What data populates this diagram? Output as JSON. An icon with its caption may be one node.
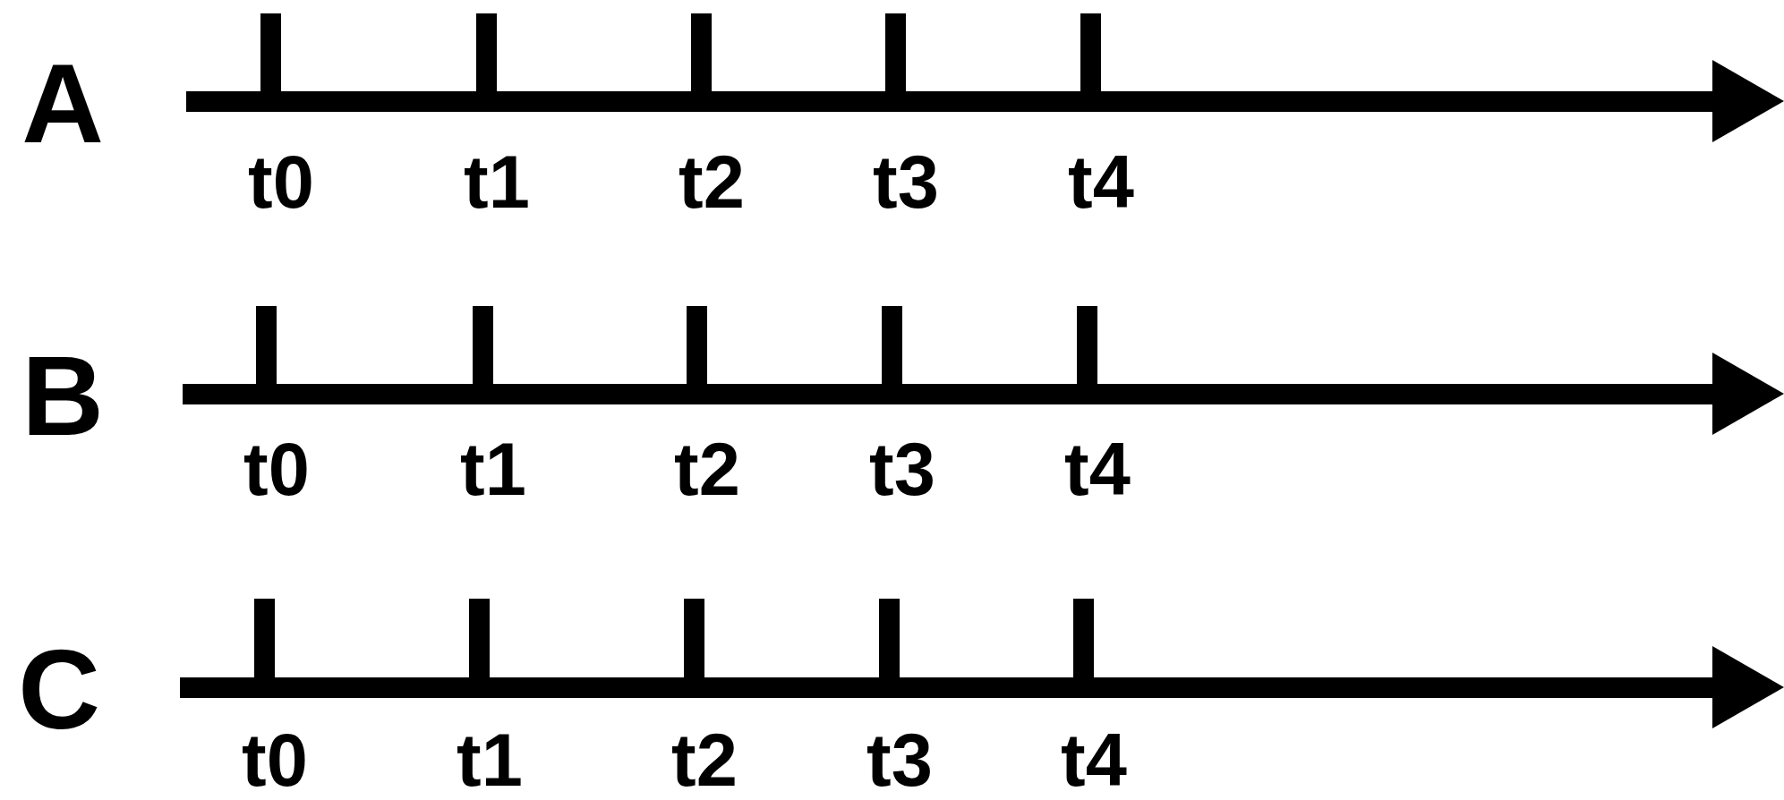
{
  "diagram": {
    "labels": [
      "A",
      "t0",
      "t1",
      "t2",
      "t3",
      "t4",
      "B",
      "t0",
      "t1",
      "t2",
      "t3",
      "t4",
      "C",
      "t0",
      "t1",
      "t2",
      "t3",
      "t4"
    ]
  }
}
